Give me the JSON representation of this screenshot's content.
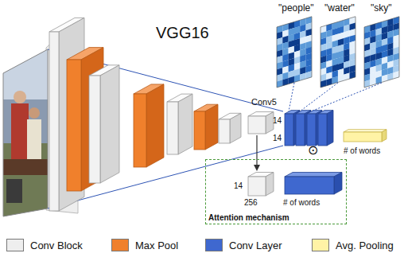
{
  "diagram": {
    "nodes": [
      {
        "text": [
          "Attention mechanism"
        ]
      }
    ],
    "labels": [
      "VGG16",
      "\"people\"",
      "\"water\"",
      "\"sky\"",
      "Conv5",
      "14",
      "14",
      "# of words",
      "14",
      "256",
      "# of words",
      "⊙"
    ],
    "legend": [
      {
        "text": "Conv Block",
        "color": "#eeeeee"
      },
      {
        "text": "Max Pool",
        "color": "#f0802c"
      },
      {
        "text": "Conv Layer",
        "color": "#3f68cf"
      },
      {
        "text": "Avg. Pooling",
        "color": "#fff3a6"
      }
    ]
  }
}
